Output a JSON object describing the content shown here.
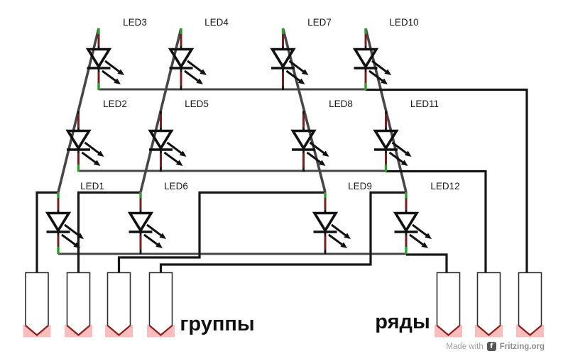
{
  "schematic": {
    "tool": "Fritzing schematic view",
    "description": "12-LED matrix wiring: 4 group columns and 3 row lines"
  },
  "leds": [
    {
      "label": "LED1"
    },
    {
      "label": "LED2"
    },
    {
      "label": "LED3"
    },
    {
      "label": "LED4"
    },
    {
      "label": "LED5"
    },
    {
      "label": "LED6"
    },
    {
      "label": "LED7"
    },
    {
      "label": "LED8"
    },
    {
      "label": "LED9"
    },
    {
      "label": "LED10"
    },
    {
      "label": "LED11"
    },
    {
      "label": "LED12"
    }
  ],
  "captions": {
    "groups": "группы",
    "rows": "ряды"
  },
  "pins": {
    "group_count": 4,
    "row_count": 3
  },
  "watermark": {
    "made_with": "Made with",
    "brand": "Fritzing.org",
    "logo_glyph": "f"
  },
  "colors": {
    "wire_gray": "#474747",
    "wire_black": "#161616",
    "symbol_black": "#111111",
    "lead_red": "#7b1d1d",
    "junction_green": "#2e9b2e",
    "pin_fill": "#ffffff",
    "pin_outline": "#2e2e2e",
    "pin_tip_pink": "#f9bdbd",
    "pin_tip_red": "#8c1f1f",
    "label_color": "#1a1a1a",
    "background": "#ffffff"
  }
}
